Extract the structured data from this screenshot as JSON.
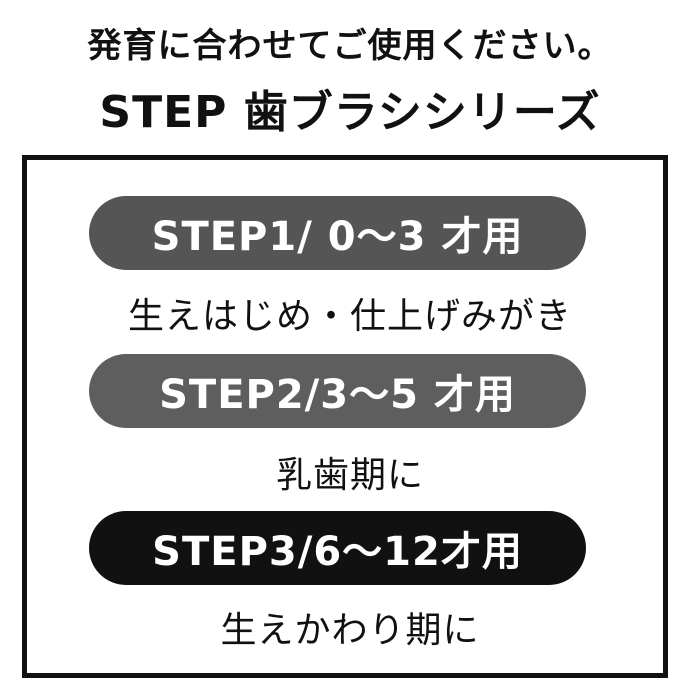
{
  "header": {
    "line1": "発育に合わせてご使用ください。",
    "line2": "STEP 歯ブラシシリーズ"
  },
  "steps": [
    {
      "label": "STEP1/ 0～3 才用",
      "caption": "生えはじめ・仕上げみがき",
      "color": "#555555"
    },
    {
      "label": "STEP2/3～5 才用",
      "caption": "乳歯期に",
      "color": "#5e5e5e"
    },
    {
      "label": "STEP3/6～12才用",
      "caption": "生えかわり期に",
      "color": "#111111"
    }
  ]
}
